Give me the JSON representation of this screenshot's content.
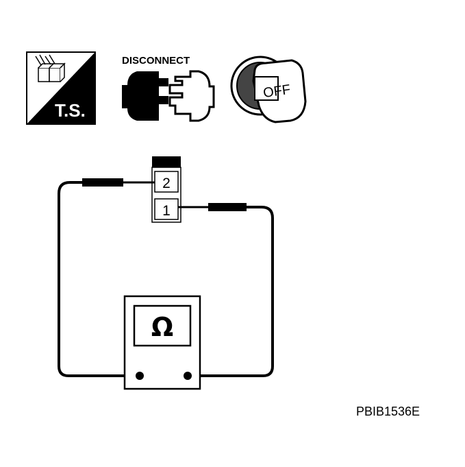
{
  "icons": {
    "trouble_shooting": {
      "label": "T.S."
    },
    "disconnect": {
      "label": "DISCONNECT"
    },
    "ignition_key": {
      "label": "OFF"
    }
  },
  "connector": {
    "terminals": [
      {
        "label": "2"
      },
      {
        "label": "1"
      }
    ]
  },
  "meter": {
    "symbol": "Ω"
  },
  "figure_code": "PBIB1536E"
}
